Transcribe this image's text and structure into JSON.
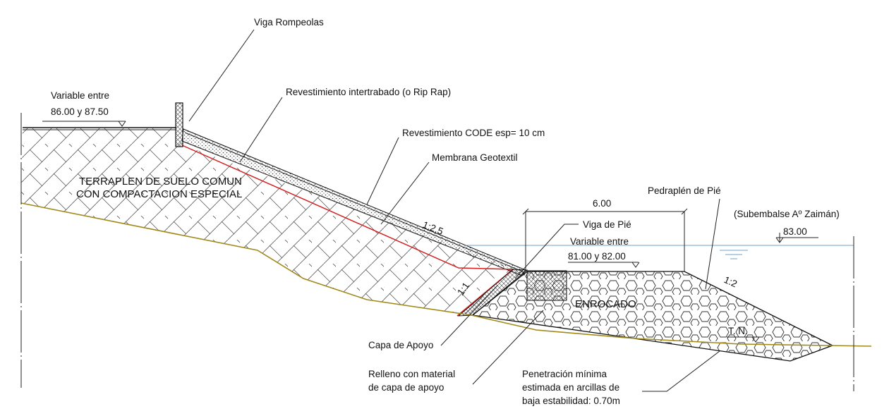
{
  "labels": {
    "viga_rompeolas": "Viga Rompeolas",
    "variable_top_1": "Variable entre",
    "variable_top_2": "86.00 y 87.50",
    "revestimiento": "Revestimiento intertrabado (o Rip Rap)",
    "code": "Revestimiento CODE esp= 10 cm",
    "membrana": "Membrana Geotextil",
    "terraplen_1": "TERRAPLEN DE SUELO COMUN",
    "terraplen_2": "CON COMPACTACION ESPECIAL",
    "slope_main": "1:2.5",
    "slope_core": "1:1",
    "slope_toe": "1:2",
    "width": "6.00",
    "pedraplen": "Pedraplén de Pié",
    "subembalse": "(Subembalse Aº Zaimán)",
    "water_level": "83.00",
    "viga_pie": "Viga de Pié",
    "variable_toe_1": "Variable entre",
    "variable_toe_2": "81.00 y 82.00",
    "enrocado": "ENROCADO",
    "tn": "T. N.",
    "capa": "Capa de Apoyo",
    "relleno_1": "Relleno con material",
    "relleno_2": "de capa de apoyo",
    "penetracion_1": "Penetración mínima",
    "penetracion_2": "estimada en arcillas de",
    "penetracion_3": "baja estabilidad: 0.70m"
  },
  "colors": {
    "ground_line": "#a08a1a",
    "membrane": "#d42020",
    "water": "#6fa0c8",
    "outline": "#111111"
  }
}
